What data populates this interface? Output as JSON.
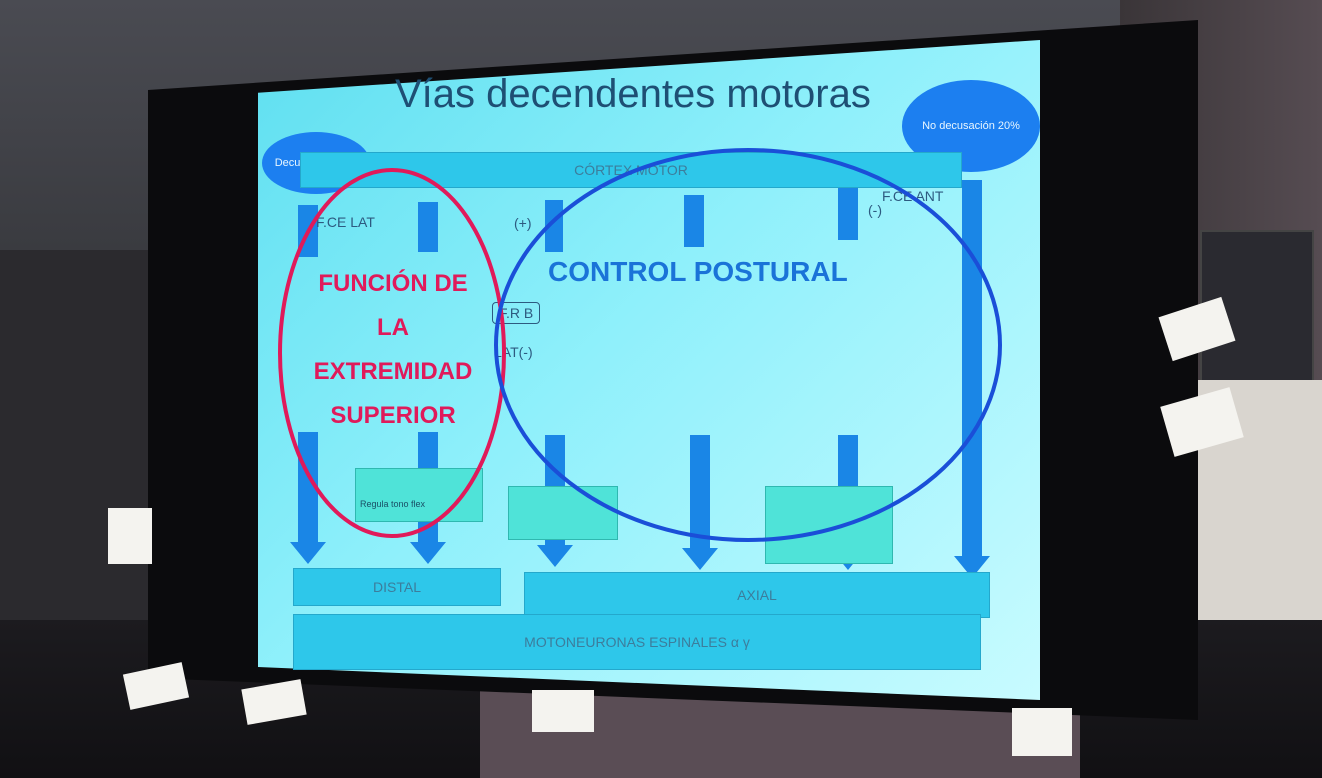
{
  "slide": {
    "title": "Vías decendentes motoras",
    "badge_left": "Decusación 80%",
    "badge_right": "No decusación 20%",
    "cortex": "CÓRTEX MOTOR",
    "fce_lat": "F.CE LAT",
    "fce_ant": "F.CE ANT",
    "plus": "(+)",
    "minus": "(-)",
    "frb": "F.R B",
    "lat_minus": "LAT(-)",
    "distal": "DISTAL",
    "axial": "AXIAL",
    "motoneurons": "MOTONEURONAS ESPINALES α  γ",
    "note_left": "Regula tono flex",
    "footer": ""
  },
  "annotations": {
    "red_label_lines": [
      "FUNCIÓN DE",
      "LA",
      "EXTREMIDAD",
      "SUPERIOR"
    ],
    "blue_label": "CONTROL POSTURAL",
    "red_color": "#e01a5a",
    "blue_color": "#1a73d8"
  },
  "colors": {
    "slide_bg": "#8ff0fb",
    "arrow": "#1a86e6",
    "badge": "#1c7ff0"
  }
}
